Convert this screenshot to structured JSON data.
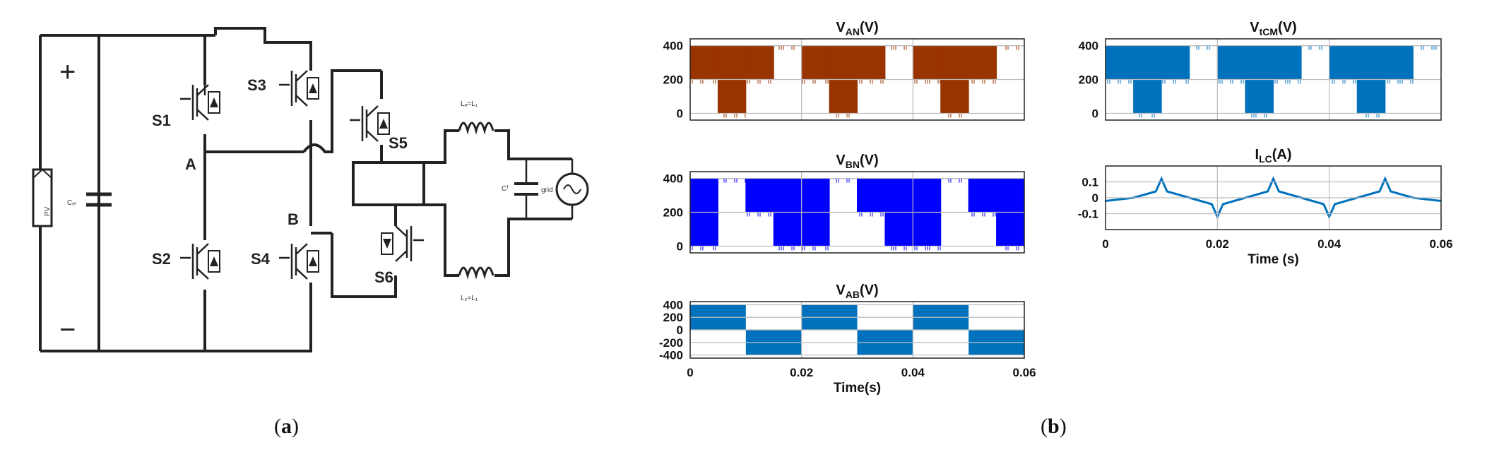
{
  "captions": {
    "left": "a",
    "right": "b"
  },
  "circuit": {
    "plus": "+",
    "minus": "−",
    "pv": "PV",
    "cin": "Cₑₗ",
    "s1": "S1",
    "s2": "S2",
    "s3": "S3",
    "s4": "S4",
    "s5": "S5",
    "s6": "S6",
    "node_a": "A",
    "node_b": "B",
    "l_top": "Lₐ=L₁",
    "l_bot": "L₂=L₁",
    "cf": "Cᶠ",
    "grid": "grid"
  },
  "chart_data": [
    {
      "type": "line",
      "id": "van",
      "title_main": "V",
      "title_sub": "AN",
      "title_unit": "(V)",
      "color": "#993300",
      "x": [
        0,
        0.005,
        0.01,
        0.015,
        0.02,
        0.025,
        0.03,
        0.035,
        0.04,
        0.045,
        0.05,
        0.055,
        0.06
      ],
      "y_upper": [
        400,
        400,
        400,
        400,
        400,
        400,
        400,
        400,
        400,
        400,
        400,
        400,
        400
      ],
      "y_lower": [
        200,
        0,
        200,
        400,
        200,
        0,
        200,
        400,
        200,
        0,
        200,
        400,
        200
      ],
      "xlim": [
        0,
        0.06
      ],
      "ylim": [
        -40,
        440
      ],
      "yticks": [
        0,
        200,
        400
      ],
      "xticks": [
        0.02,
        0.04
      ],
      "grid": true
    },
    {
      "type": "line",
      "id": "vbn",
      "title_main": "V",
      "title_sub": "BN",
      "title_unit": "(V)",
      "color": "#0000ff",
      "x": [
        0,
        0.005,
        0.01,
        0.015,
        0.02,
        0.025,
        0.03,
        0.035,
        0.04,
        0.045,
        0.05,
        0.055,
        0.06
      ],
      "y_upper": [
        400,
        400,
        400,
        400,
        400,
        400,
        400,
        400,
        400,
        400,
        400,
        400,
        400
      ],
      "y_lower": [
        0,
        400,
        200,
        0,
        0,
        400,
        200,
        0,
        0,
        400,
        200,
        0,
        0
      ],
      "xlim": [
        0,
        0.06
      ],
      "ylim": [
        -40,
        440
      ],
      "yticks": [
        0,
        200,
        400
      ],
      "xticks": [
        0.02,
        0.04
      ],
      "grid": true
    },
    {
      "type": "area",
      "id": "vab",
      "title_main": "V",
      "title_sub": "AB",
      "title_unit": "(V)",
      "color": "#0072bd",
      "x": [
        0,
        0.01,
        0.02,
        0.03,
        0.04,
        0.05,
        0.06
      ],
      "y": [
        400,
        -400,
        400,
        -400,
        400,
        -400
      ],
      "xlim": [
        0,
        0.06
      ],
      "ylim": [
        -450,
        450
      ],
      "yticks": [
        -400,
        -200,
        0,
        200,
        400
      ],
      "xticks": [
        0,
        0.02,
        0.04,
        0.06
      ],
      "xlabel": "Time(s)",
      "grid": true
    },
    {
      "type": "line",
      "id": "vtcm",
      "title_main": "V",
      "title_sub": "tCM",
      "title_unit": "(V)",
      "color": "#0072bd",
      "x": [
        0,
        0.005,
        0.01,
        0.015,
        0.02,
        0.025,
        0.03,
        0.035,
        0.04,
        0.045,
        0.05,
        0.055,
        0.06
      ],
      "y_upper": [
        400,
        400,
        400,
        400,
        400,
        400,
        400,
        400,
        400,
        400,
        400,
        400,
        400
      ],
      "y_lower": [
        200,
        0,
        200,
        400,
        200,
        0,
        200,
        400,
        200,
        0,
        200,
        400,
        200
      ],
      "xlim": [
        0,
        0.06
      ],
      "ylim": [
        -40,
        440
      ],
      "yticks": [
        0,
        200,
        400
      ],
      "xticks": [
        0.02,
        0.04
      ],
      "grid": true
    },
    {
      "type": "line",
      "id": "ilc",
      "title_main": "I",
      "title_sub": "LC",
      "title_unit": "(A)",
      "color": "#0072bd",
      "x": [
        0,
        0.005,
        0.009,
        0.01,
        0.011,
        0.015,
        0.019,
        0.02,
        0.021,
        0.025,
        0.029,
        0.03,
        0.031,
        0.035,
        0.039,
        0.04,
        0.041,
        0.045,
        0.049,
        0.05,
        0.051,
        0.055,
        0.06
      ],
      "y": [
        -0.02,
        0.0,
        0.04,
        0.12,
        0.04,
        0.0,
        -0.04,
        -0.12,
        -0.04,
        0.0,
        0.04,
        0.12,
        0.04,
        0.0,
        -0.04,
        -0.12,
        -0.04,
        0.0,
        0.04,
        0.12,
        0.04,
        0.0,
        -0.02
      ],
      "xlim": [
        0,
        0.06
      ],
      "ylim": [
        -0.2,
        0.2
      ],
      "yticks": [
        -0.1,
        0,
        0.1
      ],
      "xticks": [
        0,
        0.02,
        0.04,
        0.06
      ],
      "xlabel": "Time (s)",
      "grid": true
    }
  ],
  "labels": {
    "van_ticks": [
      "400",
      "200",
      "0"
    ],
    "vbn_ticks": [
      "400",
      "200",
      "0"
    ],
    "vtcm_ticks": [
      "400",
      "200",
      "0"
    ],
    "vab_ticks": [
      "400",
      "200",
      "0",
      "-200",
      "-400"
    ],
    "ilc_ticks": [
      "0.1",
      "0",
      "-0.1"
    ],
    "vab_xticks": [
      "0",
      "0.02",
      "0.04",
      "0.06"
    ],
    "ilc_xticks": [
      "0",
      "0.02",
      "0.04",
      "0.06"
    ]
  }
}
